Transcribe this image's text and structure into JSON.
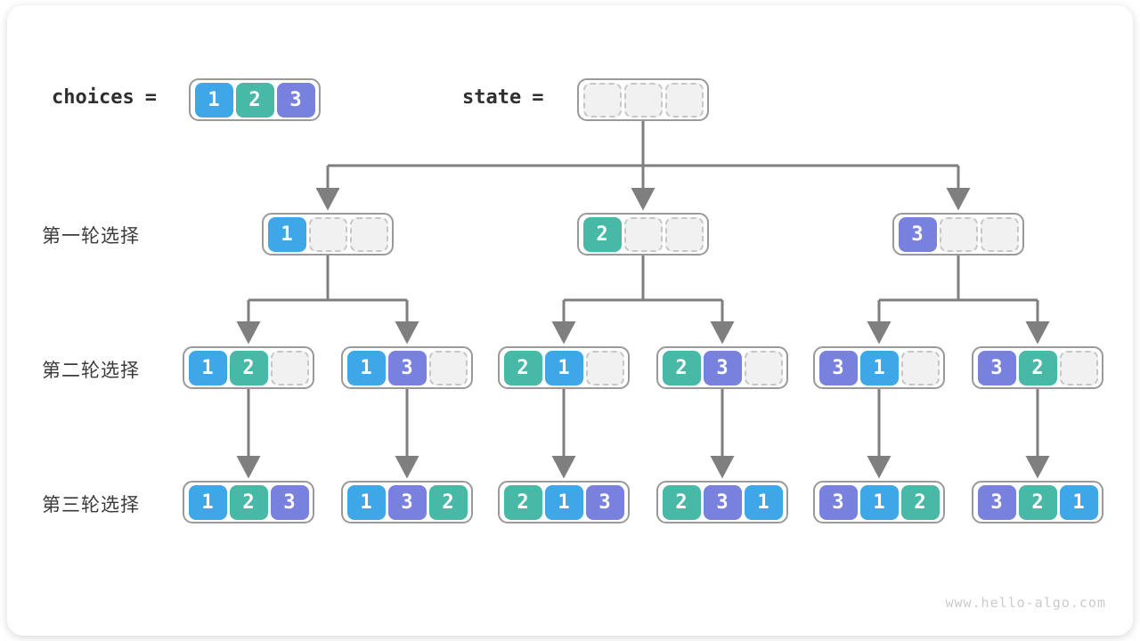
{
  "palette": {
    "blue": "#3DA7E8",
    "teal": "#49B9A7",
    "purple": "#7981DE",
    "arrow": "#7F7F7F"
  },
  "header": {
    "choices": {
      "label": "choices",
      "eq": "=",
      "cells": [
        1,
        2,
        3
      ]
    },
    "state": {
      "label": "state",
      "eq": "=",
      "cells": [
        null,
        null,
        null
      ]
    }
  },
  "rows": [
    {
      "label": "第一轮选择",
      "nodes": [
        [
          1,
          null,
          null
        ],
        [
          2,
          null,
          null
        ],
        [
          3,
          null,
          null
        ]
      ]
    },
    {
      "label": "第二轮选择",
      "nodes": [
        [
          1,
          2,
          null
        ],
        [
          1,
          3,
          null
        ],
        [
          2,
          1,
          null
        ],
        [
          2,
          3,
          null
        ],
        [
          3,
          1,
          null
        ],
        [
          3,
          2,
          null
        ]
      ]
    },
    {
      "label": "第三轮选择",
      "nodes": [
        [
          1,
          2,
          3
        ],
        [
          1,
          3,
          2
        ],
        [
          2,
          1,
          3
        ],
        [
          2,
          3,
          1
        ],
        [
          3,
          1,
          2
        ],
        [
          3,
          2,
          1
        ]
      ]
    }
  ],
  "watermark": "www.hello-algo.com"
}
